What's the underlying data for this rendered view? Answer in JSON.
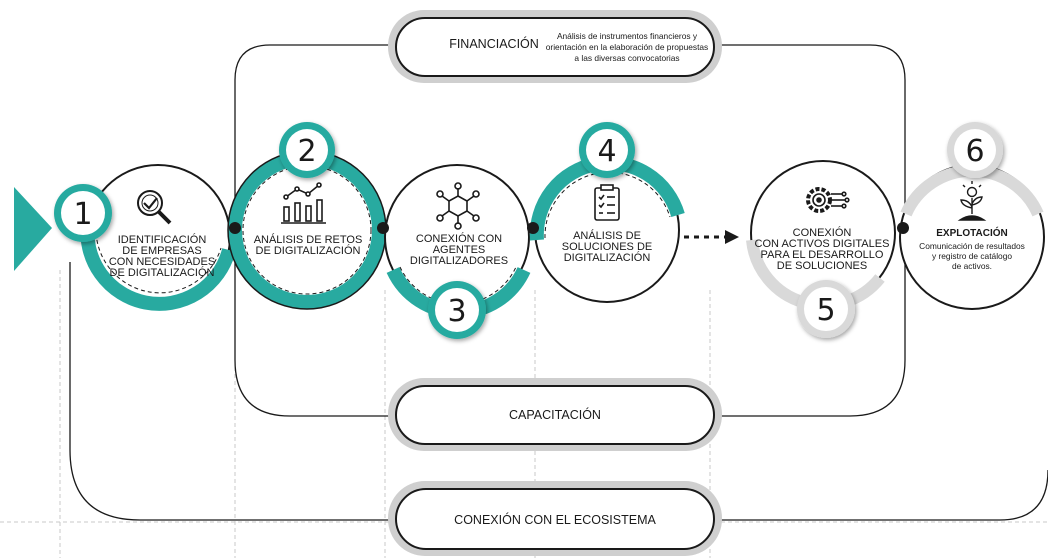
{
  "pills": {
    "financiacion": {
      "title": "FINANCIACIÓN",
      "desc": [
        "Análisis de instrumentos financieros y",
        "orientación en la elaboración de propuestas",
        "a las diversas convocatorias"
      ]
    },
    "capacitacion": {
      "title": "CAPACITACIÓN"
    },
    "ecosistema": {
      "title": "CONEXIÓN CON EL ECOSISTEMA"
    }
  },
  "steps": [
    {
      "number": "1",
      "icon": "magnifier-check-icon",
      "lines": [
        "IDENTIFICACIÓN",
        "DE EMPRESAS",
        "CON NECESIDADES",
        "DE DIGITALIZACIÓN"
      ]
    },
    {
      "number": "2",
      "icon": "bar-chart-icon",
      "lines": [
        "ANÁLISIS DE RETOS",
        "DE DIGITALIZACIÓN"
      ]
    },
    {
      "number": "3",
      "icon": "network-hexagon-icon",
      "lines": [
        "CONEXIÓN CON",
        "AGENTES",
        "DIGITALIZADORES"
      ]
    },
    {
      "number": "4",
      "icon": "clipboard-checklist-icon",
      "lines": [
        "ANÁLISIS DE",
        "SOLUCIONES DE",
        "DIGITALIZACIÓN"
      ]
    },
    {
      "number": "5",
      "icon": "gear-circuit-icon",
      "lines": [
        "CONEXIÓN",
        "CON ACTIVOS DIGITALES",
        "PARA EL DESARROLLO",
        "DE SOLUCIONES"
      ]
    },
    {
      "number": "6",
      "icon": "lightbulb-plant-icon",
      "title": "EXPLOTACIÓN",
      "desc": [
        "Comunicación de resultados",
        "y registro de catálogo",
        "de activos."
      ]
    }
  ],
  "colors": {
    "teal": "#28aaa0",
    "gray_ring": "#d9d9d9",
    "ink": "#1a1a1a"
  }
}
